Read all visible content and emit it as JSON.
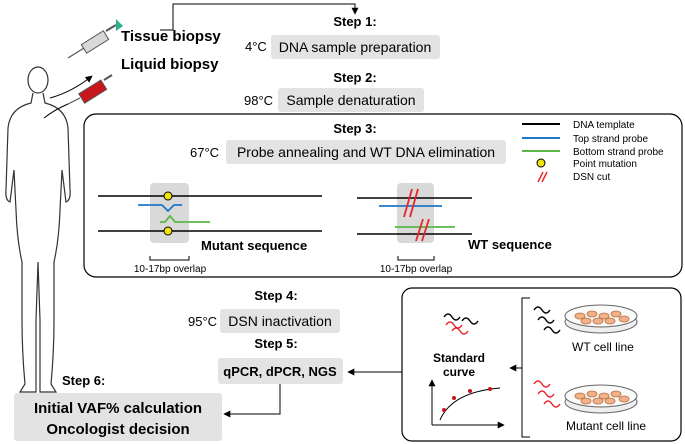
{
  "biopsy": {
    "tissue": "Tissue biopsy",
    "liquid": "Liquid biopsy"
  },
  "steps": [
    {
      "title": "Step 1:",
      "temp": "4°C",
      "label": "DNA sample preparation"
    },
    {
      "title": "Step 2:",
      "temp": "98°C",
      "label": "Sample denaturation"
    },
    {
      "title": "Step 3:",
      "temp": "67°C",
      "label": "Probe annealing and WT DNA elimination"
    },
    {
      "title": "Step 4:",
      "temp": "95°C",
      "label": "DSN inactivation"
    },
    {
      "title": "Step 5:",
      "temp": "",
      "label": "qPCR, dPCR, NGS"
    },
    {
      "title": "Step 6:",
      "lines": [
        "Initial VAF% calculation",
        "Oncologist decision"
      ]
    }
  ],
  "legend": [
    {
      "label": "DNA template",
      "color": "#000000"
    },
    {
      "label": "Top strand probe",
      "color": "#1f77c8"
    },
    {
      "label": "Bottom strand probe",
      "color": "#59b848"
    },
    {
      "label": "Point mutation",
      "color": "#f2e20f"
    },
    {
      "label": "DSN cut",
      "color": "#e8242a"
    }
  ],
  "sequences": {
    "mutant": "Mutant sequence",
    "wt": "WT sequence",
    "overlap": "10-17bp overlap"
  },
  "standard_curve": {
    "label_line1": "Standard",
    "label_line2": "curve",
    "wt_cell_line": "WT cell line",
    "mutant_cell_line": "Mutant cell line"
  }
}
